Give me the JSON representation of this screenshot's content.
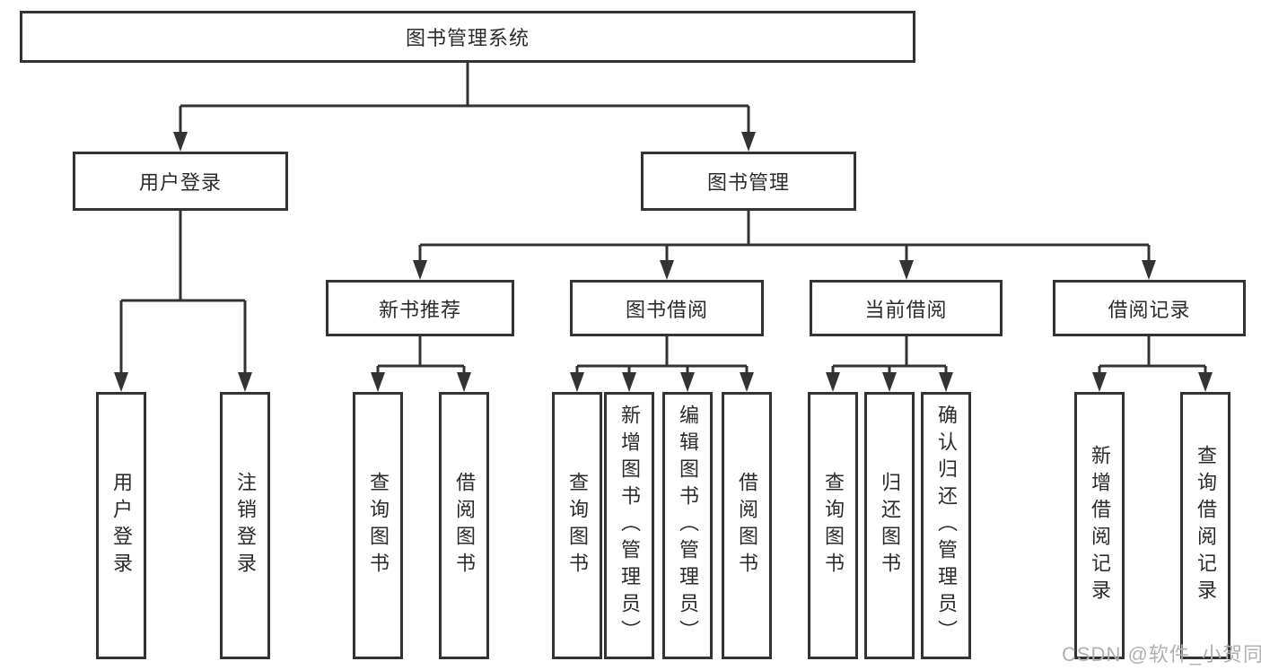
{
  "diagram": {
    "tree": {
      "label": "图书管理系统",
      "children": [
        {
          "label": "用户登录",
          "children": [
            {
              "label": "用户登录"
            },
            {
              "label": "注销登录"
            }
          ]
        },
        {
          "label": "图书管理",
          "children": [
            {
              "label": "新书推荐",
              "children": [
                {
                  "label": "查询图书"
                },
                {
                  "label": "借阅图书"
                }
              ]
            },
            {
              "label": "图书借阅",
              "children": [
                {
                  "label": "查询图书"
                },
                {
                  "label": "新增图书（管理员）"
                },
                {
                  "label": "编辑图书（管理员）"
                },
                {
                  "label": "借阅图书"
                }
              ]
            },
            {
              "label": "当前借阅",
              "children": [
                {
                  "label": "查询图书"
                },
                {
                  "label": "归还图书"
                },
                {
                  "label": "确认归还（管理员）"
                }
              ]
            },
            {
              "label": "借阅记录",
              "children": [
                {
                  "label": "新增借阅记录"
                },
                {
                  "label": "查询借阅记录"
                }
              ]
            }
          ]
        }
      ]
    },
    "colors": {
      "line": "#333333",
      "box_background": "#ffffff",
      "text": "#2b2b2b",
      "watermark": "#b0b0b0"
    }
  },
  "watermark": {
    "text": "CSDN @软件_小贺同学"
  }
}
